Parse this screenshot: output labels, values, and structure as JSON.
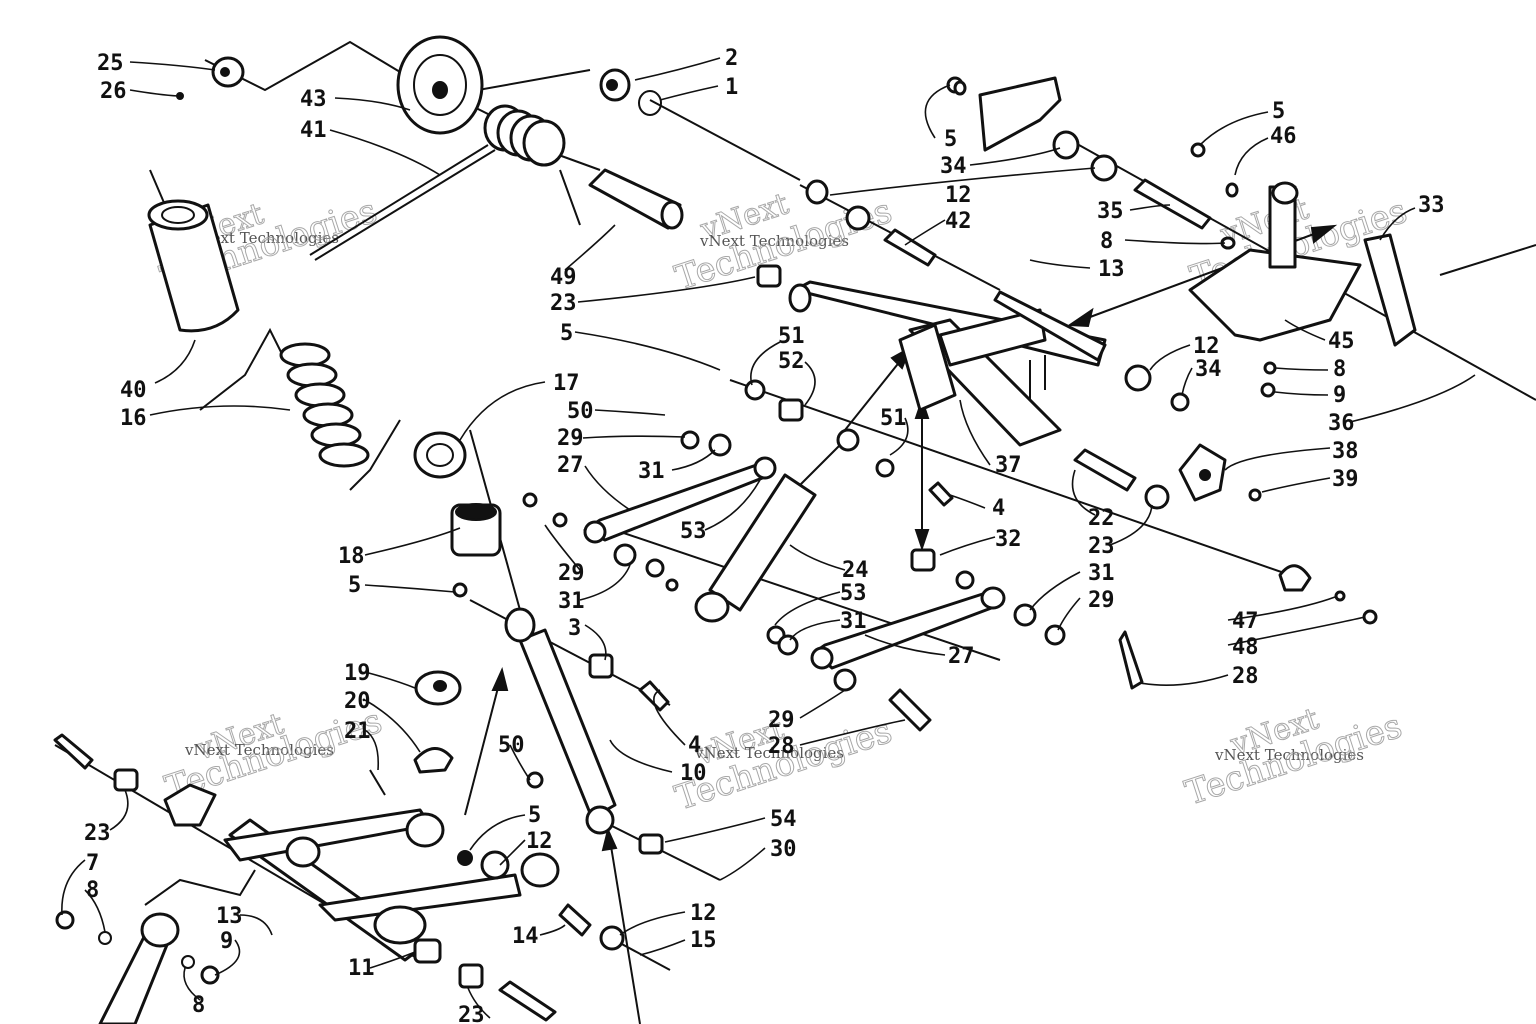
{
  "watermark": {
    "brand": "vNext",
    "name": "vNext Technologies",
    "line2": "Technologies"
  },
  "callouts": {
    "c25": "25",
    "c26": "26",
    "c43": "43",
    "c41": "41",
    "c2": "2",
    "c1": "1",
    "c5a": "5",
    "c34a": "34",
    "c12a": "12",
    "c42": "42",
    "c35": "35",
    "c8a": "8",
    "c13a": "13",
    "c5b": "5",
    "c46": "46",
    "c33": "33",
    "c45": "45",
    "c8b": "8",
    "c9a": "9",
    "c36": "36",
    "c49": "49",
    "c23a": "23",
    "c5c": "5",
    "c51a": "51",
    "c52": "52",
    "c12b": "12",
    "c34b": "34",
    "c40": "40",
    "c16": "16",
    "c17": "17",
    "c50a": "50",
    "c29a": "29",
    "c27a": "27",
    "c31a": "31",
    "c51b": "51",
    "c37": "37",
    "c38": "38",
    "c39": "39",
    "c4a": "4",
    "c22": "22",
    "c23b": "23",
    "c32": "32",
    "c53a": "53",
    "c24": "24",
    "c29b": "29",
    "c31b": "31",
    "c18": "18",
    "c5d": "5",
    "c53b": "53",
    "c31c": "31",
    "c31d": "31",
    "c29c": "29",
    "c47": "47",
    "c48": "48",
    "c3": "3",
    "c27b": "27",
    "c28a": "28",
    "c19": "19",
    "c20": "20",
    "c21": "21",
    "c29d": "29",
    "c28b": "28",
    "c4b": "4",
    "c50b": "50",
    "c10": "10",
    "c5e": "5",
    "c12c": "12",
    "c54": "54",
    "c30": "30",
    "c23c": "23",
    "c7": "7",
    "c8c": "8",
    "c13b": "13",
    "c9b": "9",
    "c14": "14",
    "c12d": "12",
    "c15": "15",
    "c11": "11",
    "c8d": "8",
    "c23d": "23"
  }
}
